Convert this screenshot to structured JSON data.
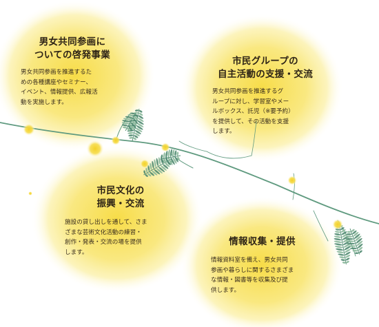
{
  "sections": [
    {
      "title": "男女共同参画に\nついての啓発事業",
      "body": "男女共同参画を推進するた\nめの各種講座やセミナー、\nイベント、情報提供、広報活\n動を実施します。"
    },
    {
      "title": "市民グループの\n自主活動の支援・交流",
      "body": "男女共同参画を推進するグ\nループに対し、学習室やメー\nルボックス、託児（※要予約）\nを提供して、その活動を支援\nします。"
    },
    {
      "title": "市民文化の\n振興・交流",
      "body": "施設の貸し出しを通して、さま\nざまな芸術文化活動の練習・\n創作・発表・交流の場を提供\nします。"
    },
    {
      "title": "情報収集・提供",
      "body": "情報資料室を備え、男女共同\n参画や暮らしに関するさまざま\nな情報・図書等を収集及び提\n供します。"
    }
  ],
  "colors": {
    "blob": "#f7e268",
    "blob_core": "#f3d63a",
    "stem": "#5f9a7f",
    "leaf": "#8ab89a",
    "leaf_dark": "#4f8a70",
    "text": "#3a2e1f"
  },
  "icons": [
    "mimosa-flower-icon",
    "mimosa-leaf-icon",
    "branch-stem-icon"
  ]
}
